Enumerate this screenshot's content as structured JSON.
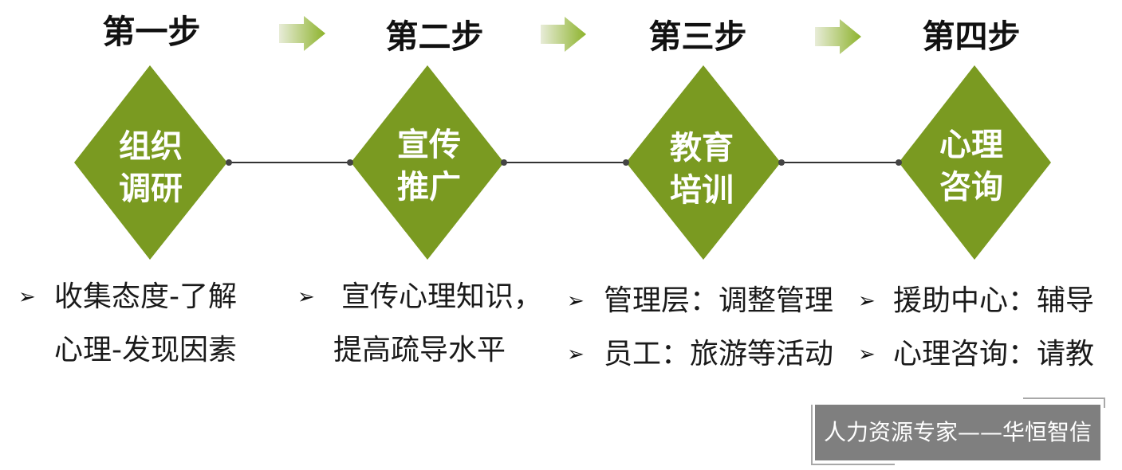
{
  "colors": {
    "diamond": "#7a9a21",
    "connector": "#333333",
    "arrow_start": "#e8ecd8",
    "arrow_end": "#8db32c",
    "footer_background": "#7f7f7f"
  },
  "bullet_glyph": "➢",
  "steps": [
    {
      "header": "第一步",
      "diamond": [
        "组织",
        "调研"
      ],
      "bullets": [
        {
          "lines": [
            "收集态度-了解",
            "心理-发现因素"
          ]
        }
      ]
    },
    {
      "header": "第二步",
      "diamond": [
        "宣传",
        "推广"
      ],
      "bullets": [
        {
          "lines": [
            "宣传心理知识，",
            "提高疏导水平"
          ]
        }
      ]
    },
    {
      "header": "第三步",
      "diamond": [
        "教育",
        "培训"
      ],
      "bullets": [
        {
          "lines": [
            "管理层：调整管理"
          ]
        },
        {
          "lines": [
            "员工：旅游等活动"
          ]
        }
      ]
    },
    {
      "header": "第四步",
      "diamond": [
        "心理",
        "咨询"
      ],
      "bullets": [
        {
          "lines": [
            "援助中心：辅导"
          ]
        },
        {
          "lines": [
            "心理咨询：请教"
          ]
        }
      ]
    }
  ],
  "footer": {
    "label": "人力资源专家——华恒智信"
  }
}
